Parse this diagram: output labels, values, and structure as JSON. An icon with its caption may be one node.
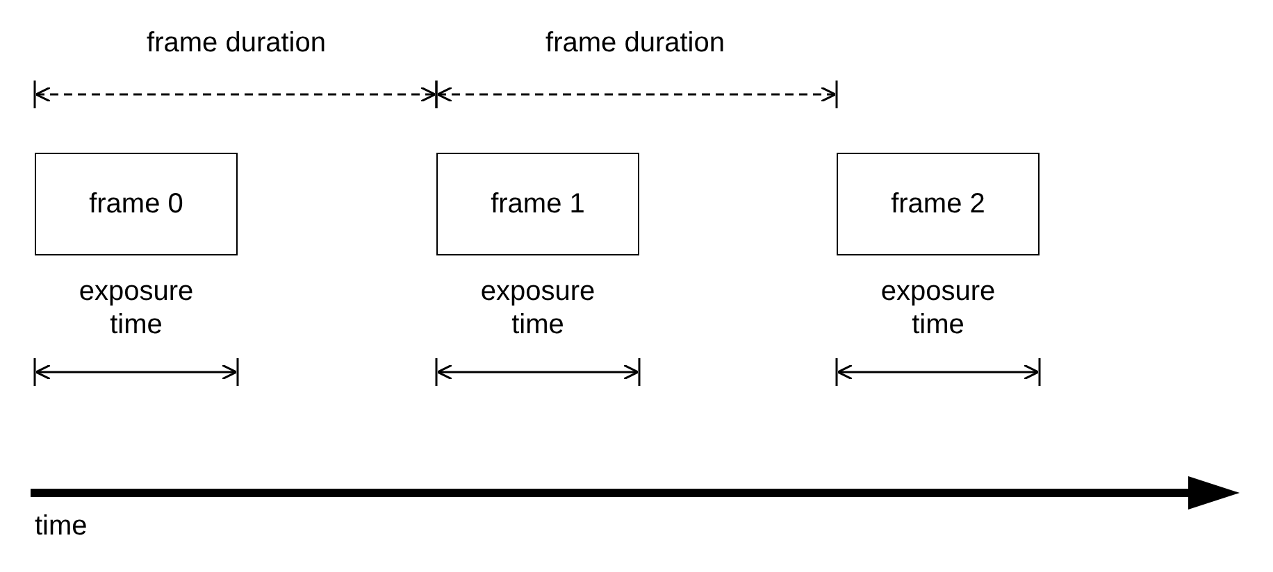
{
  "diagram": {
    "nodes": [
      {
        "text": [
          "frame 0"
        ],
        "beside": [
          "exposure time"
        ]
      },
      {
        "text": [
          "frame 1"
        ],
        "beside": [
          "exposure time"
        ]
      },
      {
        "text": [
          "frame 2"
        ],
        "beside": [
          "exposure time"
        ]
      }
    ],
    "labels": [
      "frame duration",
      "frame duration",
      "time"
    ]
  }
}
